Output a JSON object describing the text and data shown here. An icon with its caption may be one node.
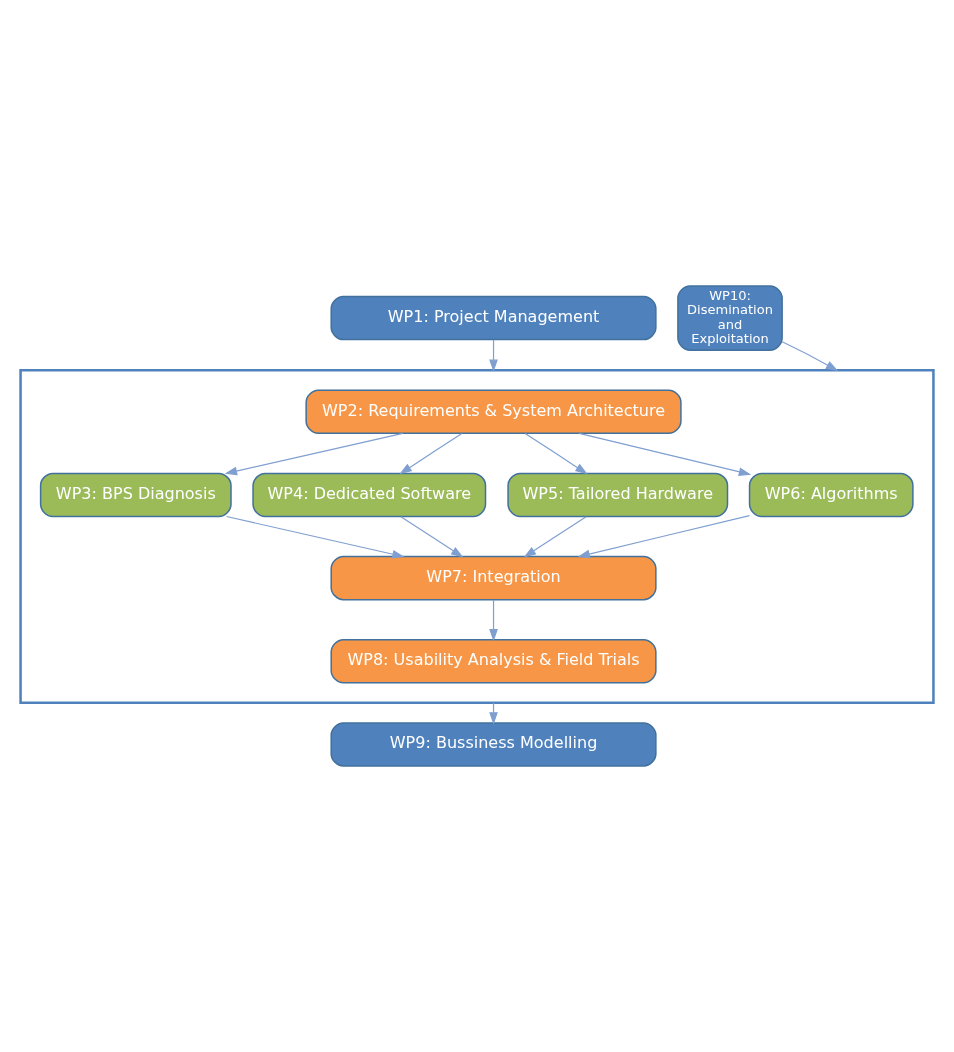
{
  "diagram": {
    "nodes": [
      {
        "text": [
          "WP1: Project Management"
        ]
      },
      {
        "text": [],
        "shape": "box"
      },
      {
        "text": [
          "WP2: Requirements & System Architecture"
        ],
        "in": 1
      },
      {
        "text": [
          "WP3: BPS Diagnosis"
        ],
        "in": 1
      },
      {
        "text": [
          "WP4: Dedicated Software"
        ],
        "in": 1
      },
      {
        "text": [
          "WP5: Tailored Hardware"
        ],
        "in": 1
      },
      {
        "text": [
          "WP6: Algorithms"
        ],
        "in": 1
      },
      {
        "text": [
          "WP7: Integration"
        ],
        "in": 1
      },
      {
        "text": [
          "WP8: Usability Analysis & Field Trials"
        ],
        "in": 1
      },
      {
        "text": [
          "WP9: Bussiness Modelling"
        ]
      },
      {
        "text": [
          "WP10: Disemination and Exploitation"
        ]
      }
    ],
    "edges": [
      {
        "from": 0,
        "to": 1,
        "arrow": "to"
      },
      {
        "from": 2,
        "to": 3,
        "arrow": "to"
      },
      {
        "from": 2,
        "to": 4,
        "arrow": "to"
      },
      {
        "from": 2,
        "to": 5,
        "arrow": "to"
      },
      {
        "from": 2,
        "to": 6,
        "arrow": "to"
      },
      {
        "from": 3,
        "to": 7,
        "arrow": "to"
      },
      {
        "from": 4,
        "to": 7,
        "arrow": "to"
      },
      {
        "from": 5,
        "to": 7,
        "arrow": "to"
      },
      {
        "from": 6,
        "to": 7,
        "arrow": "to"
      },
      {
        "from": 7,
        "to": 8,
        "arrow": "to"
      },
      {
        "from": 1,
        "to": 9,
        "arrow": "to"
      },
      {
        "from": 10,
        "to": 1,
        "arrow": "to"
      }
    ]
  }
}
